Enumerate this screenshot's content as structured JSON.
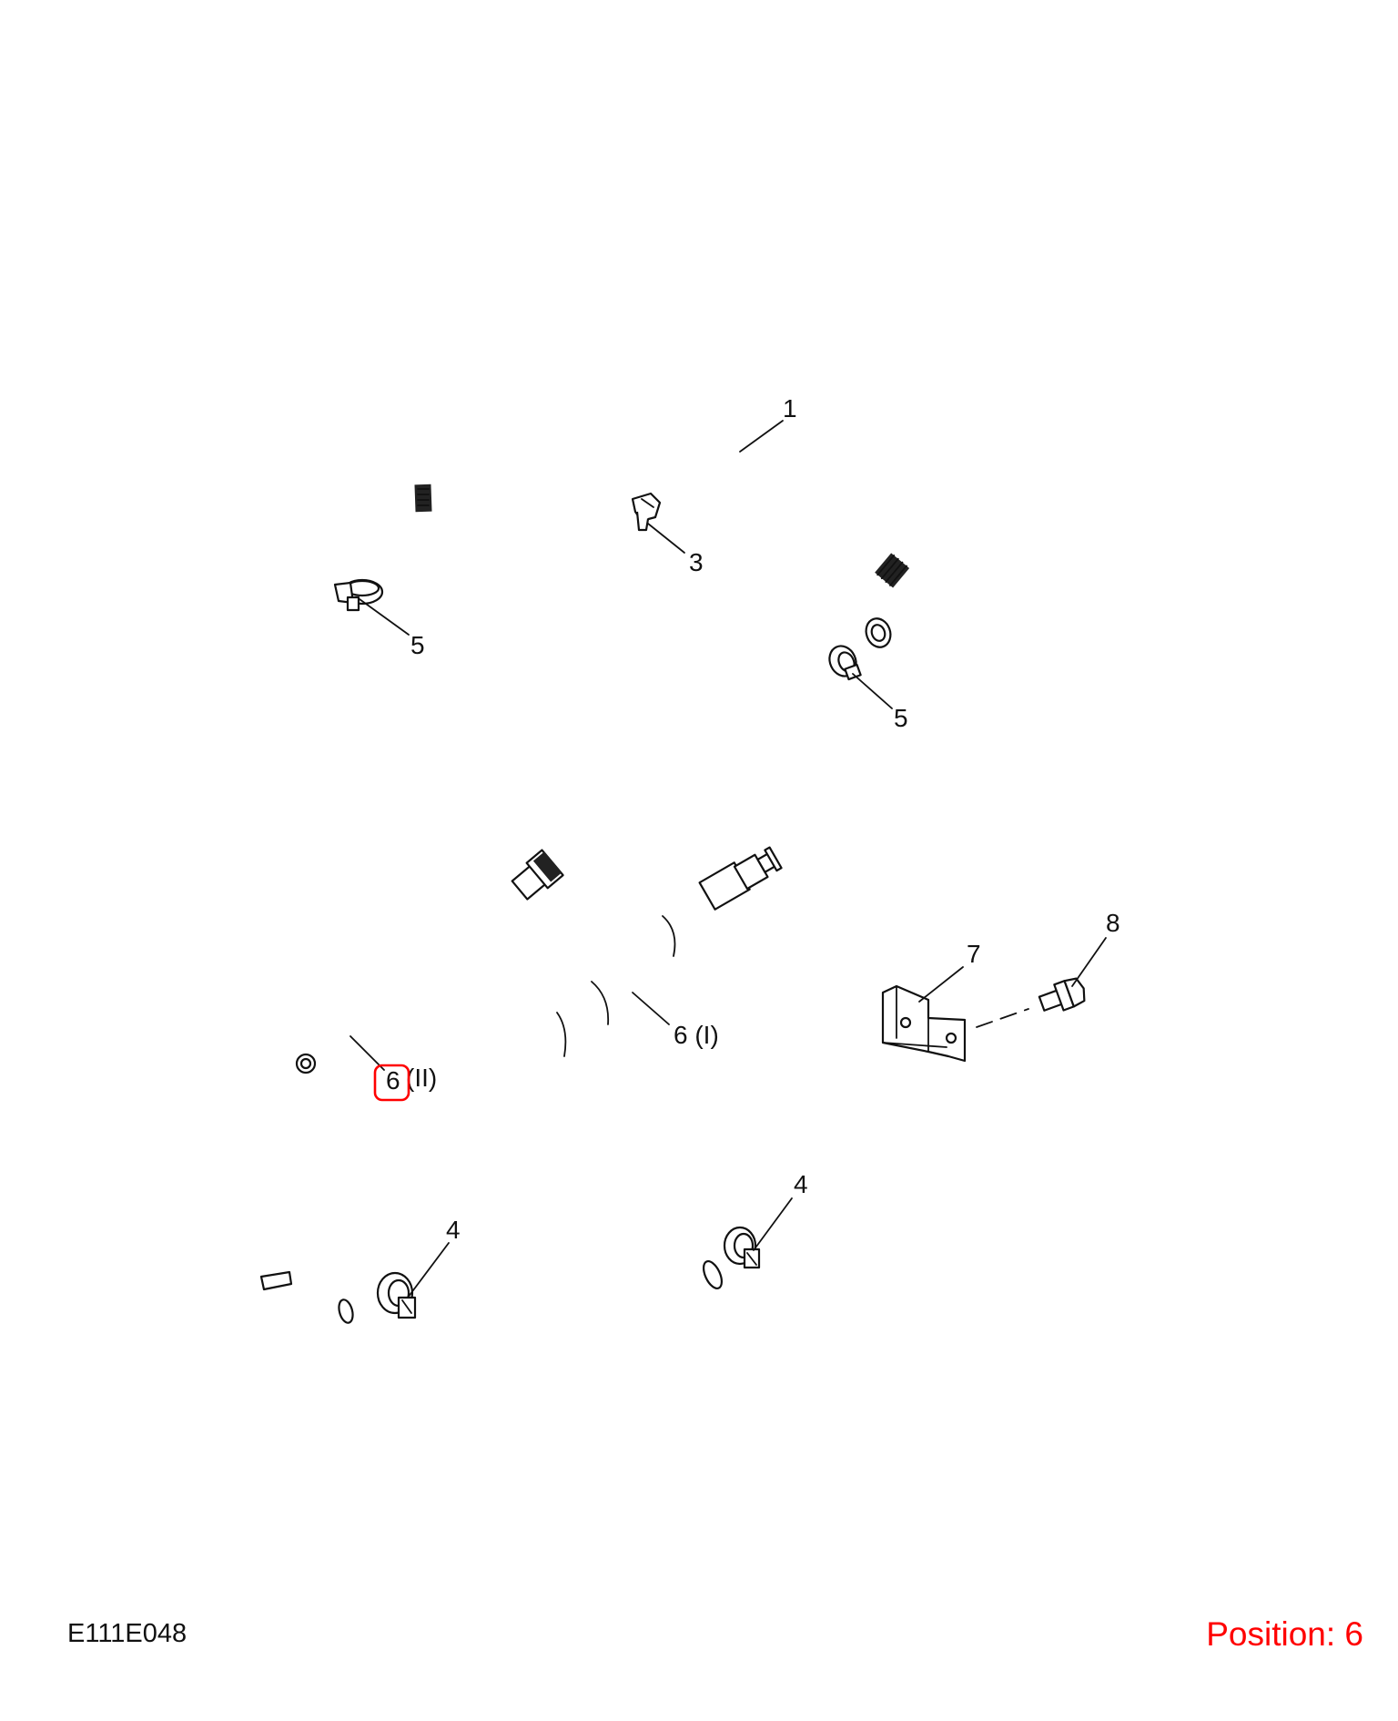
{
  "drawing_id": "E111E048",
  "position_label": "Position: 6",
  "highlight_color": "#ff0000",
  "callouts": {
    "c1": "1",
    "c3": "3",
    "c5a": "5",
    "c5b": "5",
    "c6ii": "6",
    "c6ii_suffix": "(II)",
    "c6i": "6 (I)",
    "c7": "7",
    "c8": "8",
    "c4a": "4",
    "c4b": "4"
  }
}
